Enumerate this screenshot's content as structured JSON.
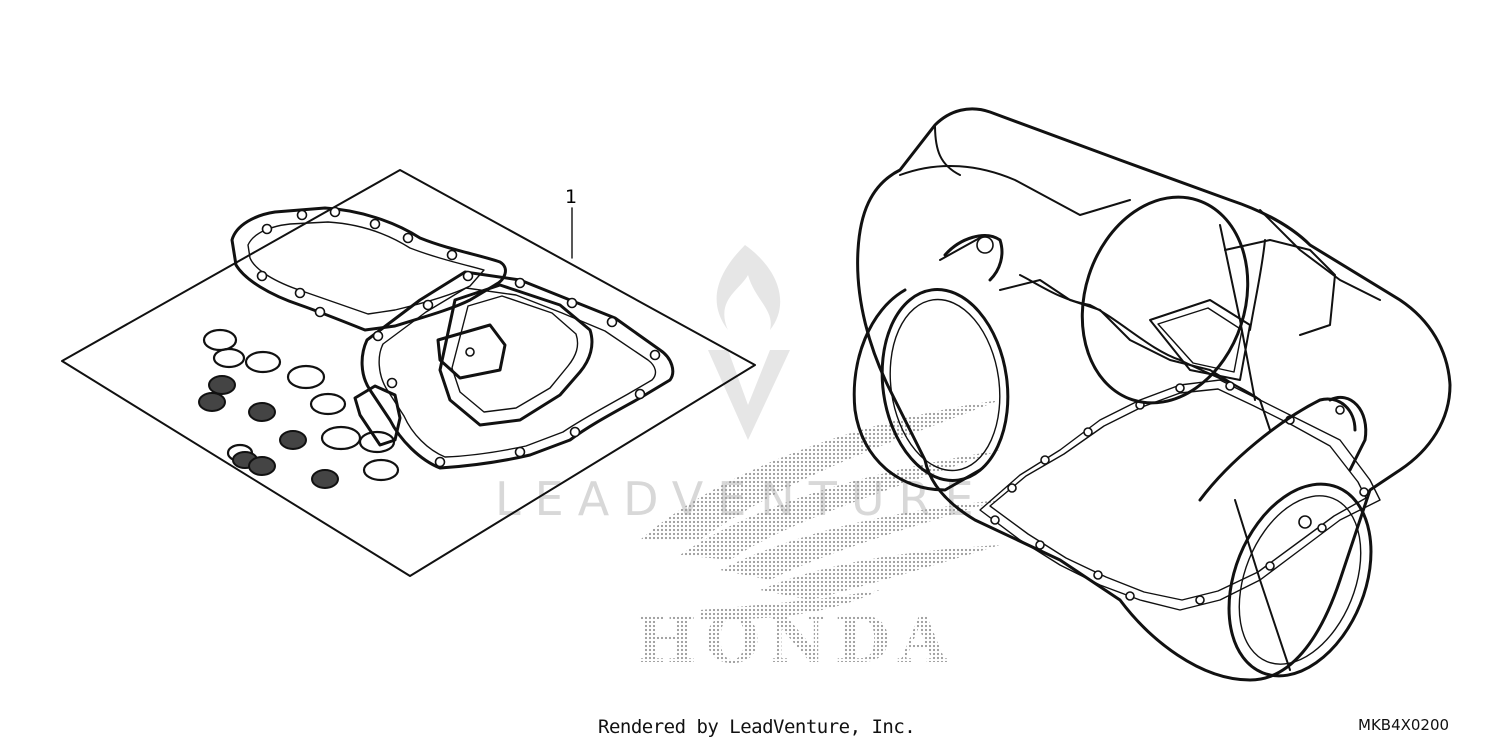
{
  "callout": {
    "part_number": "1"
  },
  "footer": {
    "credit": "Rendered by LeadVenture, Inc.",
    "diagram_code": "MKB4X0200"
  },
  "watermark": {
    "text": "LEADVENTURE"
  },
  "logo": {
    "brand_text": "HONDA"
  },
  "colors": {
    "line": "#111111",
    "background": "#ffffff",
    "watermark": "#d8d8d8",
    "logo_dots": "#999999"
  }
}
